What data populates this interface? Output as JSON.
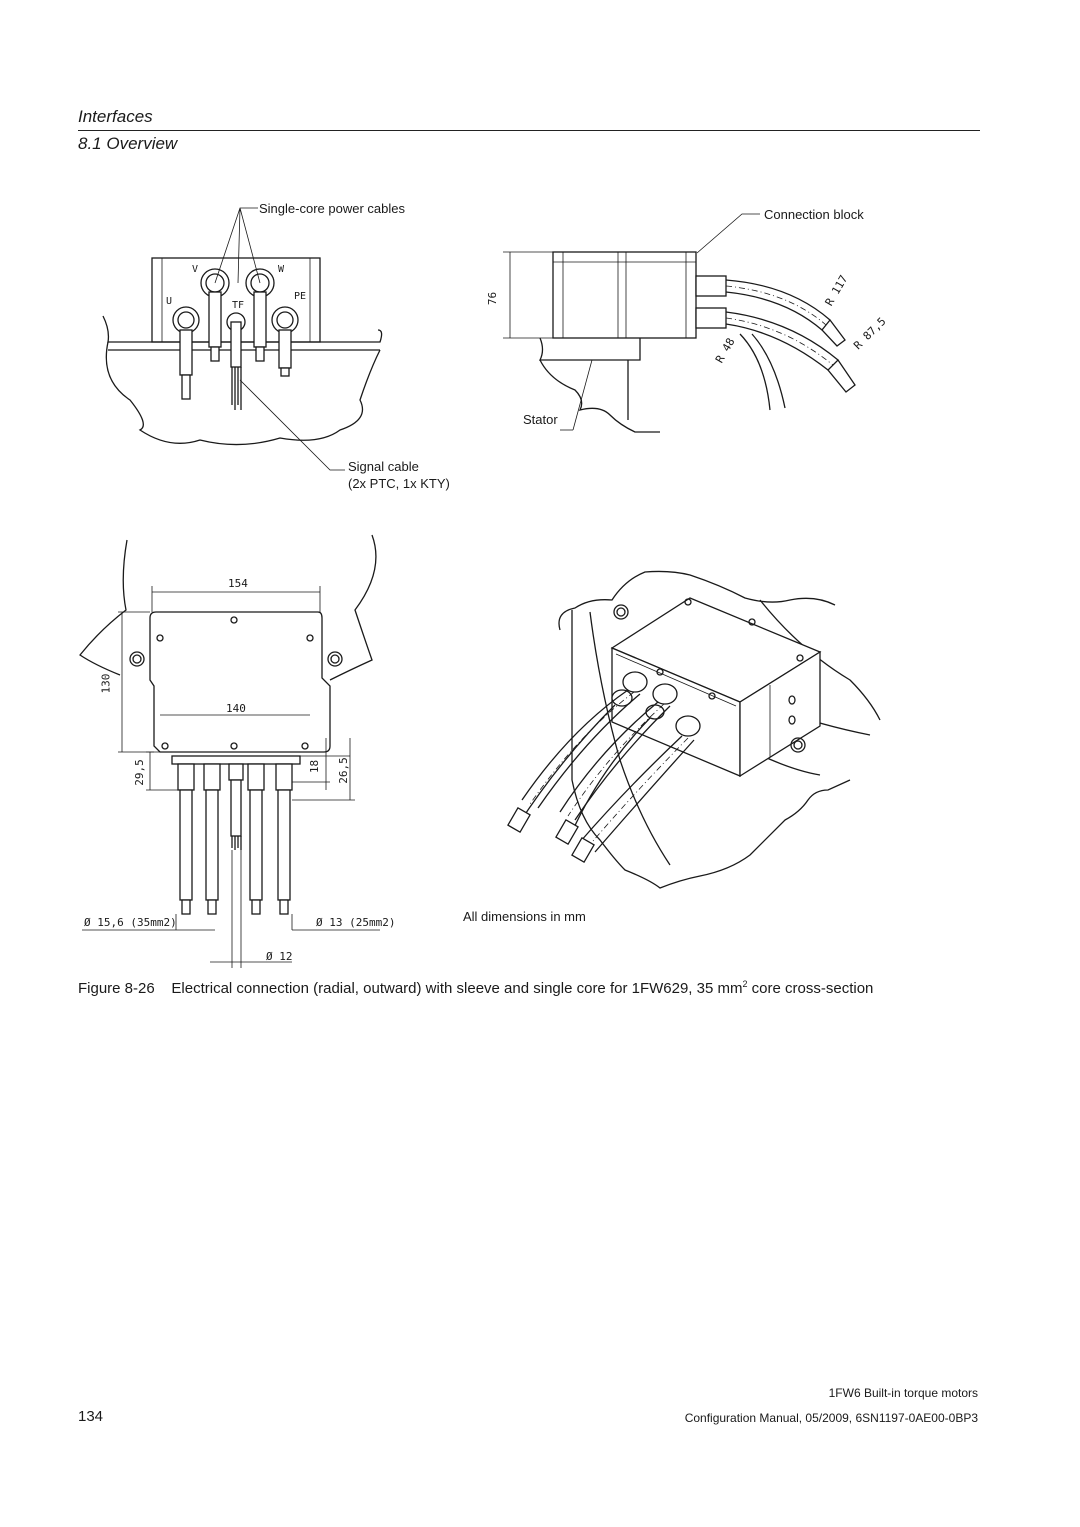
{
  "header": {
    "chapter": "Interfaces",
    "section": "8.1 Overview"
  },
  "figure": {
    "labels": {
      "single_core_power_cables": "Single-core power cables",
      "connection_block": "Connection block",
      "stator": "Stator",
      "signal_cable_line1": "Signal cable",
      "signal_cable_line2": "(2x PTC, 1x KTY)",
      "all_dimensions": "All dimensions in mm"
    },
    "terminal_marks": {
      "u": "U",
      "v": "V",
      "w": "W",
      "tf": "TF",
      "pe": "PE"
    },
    "dimensions": {
      "height_76": "76",
      "radius_117": "R 117",
      "radius_87_5": "R 87,5",
      "radius_48": "R 48",
      "width_154": "154",
      "width_140": "140",
      "height_130": "130",
      "height_29_5": "29,5",
      "height_18": "18",
      "height_26_5": "26,5",
      "dia_15_6": "Ø 15,6 (35mm2)",
      "dia_13": "Ø 13 (25mm2)",
      "dia_12": "Ø 12"
    }
  },
  "caption": {
    "number": "Figure 8-26",
    "text_before_sup": "Electrical connection (radial, outward) with sleeve and single core for 1FW629, 35 mm",
    "sup": "2",
    "text_after_sup": " core cross-section"
  },
  "footer": {
    "product": "1FW6 Built-in torque motors",
    "page_number": "134",
    "manual": "Configuration Manual, 05/2009, 6SN1197-0AE00-0BP3"
  }
}
